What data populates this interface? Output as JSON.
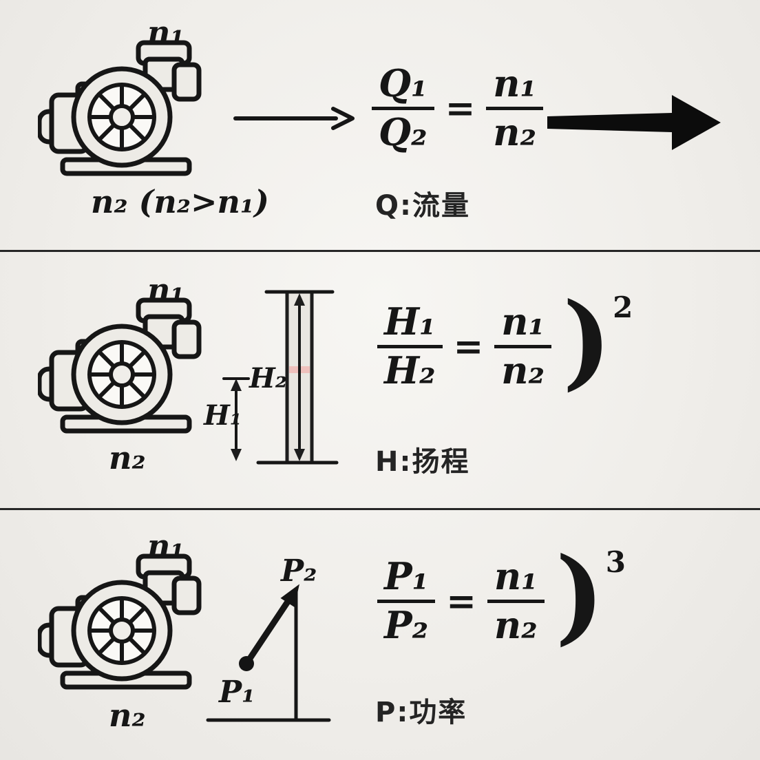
{
  "background": "#f0eeea",
  "ink": "#161616",
  "icons": {
    "right_arrow": "→",
    "bold_arrow": "➤"
  },
  "rows": [
    {
      "id": "flow",
      "pump_top_label": "n₁",
      "pump_bottom_label": "n₂ (n₂>n₁)",
      "formula": {
        "lhs_num": "Q₁",
        "lhs_den": "Q₂",
        "eq": "=",
        "rhs_num": "n₁",
        "rhs_den": "n₂",
        "paren": "",
        "exponent": ""
      },
      "caption": "Q:流量"
    },
    {
      "id": "head",
      "pump_top_label": "n₁",
      "pump_bottom_label": "n₂",
      "diagram": {
        "h1_label": "H₁",
        "h2_label": "H₂"
      },
      "formula": {
        "lhs_num": "H₁",
        "lhs_den": "H₂",
        "eq": "=",
        "rhs_num": "n₁",
        "rhs_den": "n₂",
        "paren": ")",
        "exponent": "2"
      },
      "caption": "H:扬程"
    },
    {
      "id": "power",
      "pump_top_label": "n₁",
      "pump_bottom_label": "n₂",
      "diagram": {
        "p1_label": "P₁",
        "p2_label": "P₂"
      },
      "formula": {
        "lhs_num": "P₁",
        "lhs_den": "P₂",
        "eq": "=",
        "rhs_num": "n₁",
        "rhs_den": "n₂",
        "paren": ")",
        "exponent": "3"
      },
      "caption": "P:功率"
    }
  ]
}
